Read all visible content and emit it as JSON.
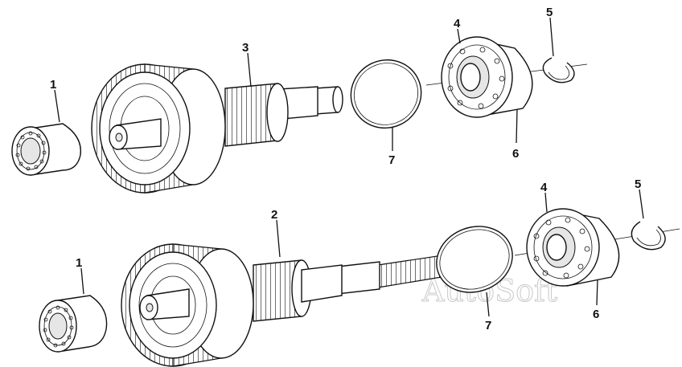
{
  "callouts": {
    "top": {
      "bearing": "1",
      "shaft": "3",
      "ball_bearing": "4",
      "circlip": "5",
      "shield": "6",
      "seal_ring": "7"
    },
    "bottom": {
      "bearing": "1",
      "shaft": "2",
      "ball_bearing": "4",
      "circlip": "5",
      "shield": "6",
      "seal_ring": "7"
    }
  },
  "watermark": "AutoSoft"
}
